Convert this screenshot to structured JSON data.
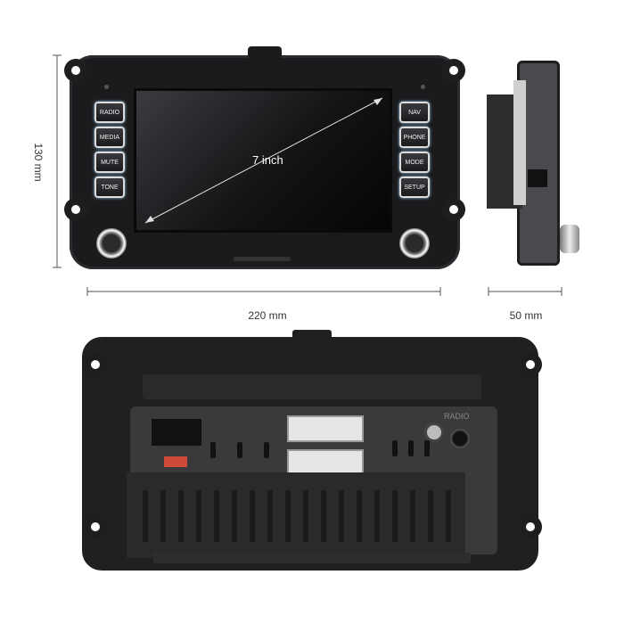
{
  "front": {
    "left_buttons": [
      "RADIO",
      "MEDIA",
      "MUTE",
      "TONE"
    ],
    "right_buttons": [
      "NAV",
      "PHONE",
      "MODE",
      "SETUP"
    ],
    "screen_label": "7 inch"
  },
  "dimensions": {
    "height": "130 mm",
    "width": "220 mm",
    "depth": "50 mm"
  },
  "back": {
    "port_label": "RADIO"
  },
  "colors": {
    "frame": "#1b1b1d",
    "button_border": "#dcdcdc",
    "background": "#ffffff"
  }
}
